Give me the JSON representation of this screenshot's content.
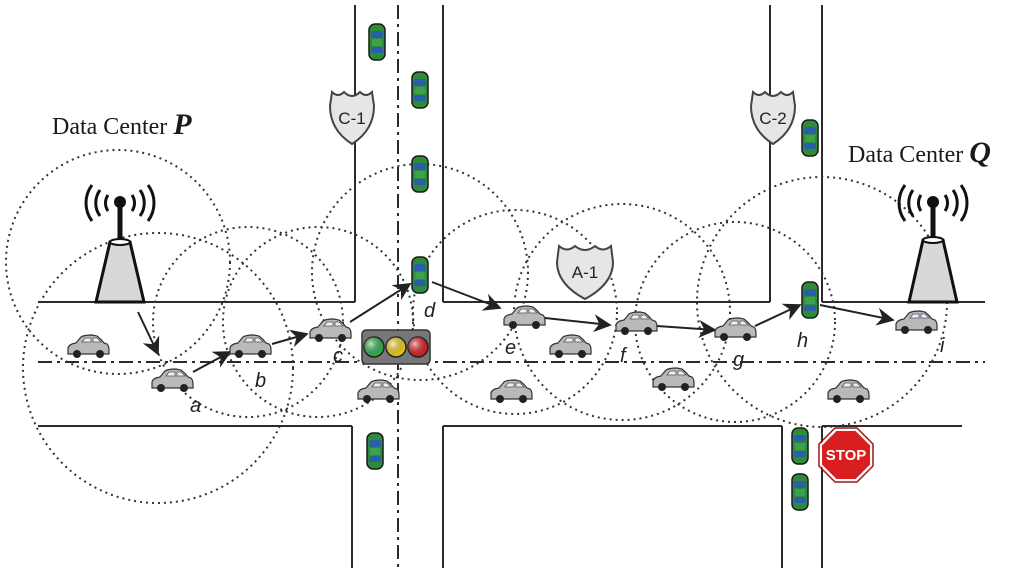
{
  "data_centers": [
    {
      "id": "P",
      "label": "Data Center",
      "letter": "P"
    },
    {
      "id": "Q",
      "label": "Data Center",
      "letter": "Q"
    }
  ],
  "route_nodes": [
    "a",
    "b",
    "c",
    "d",
    "e",
    "f",
    "g",
    "h",
    "i"
  ],
  "road_signs": {
    "c1": "C-1",
    "c2": "C-2",
    "a1": "A-1",
    "stop": "STOP"
  },
  "colors": {
    "road_line": "#2b2b2b",
    "range_circle": "#333333",
    "car_body": "#b9b9b9",
    "car_top_view": "#2e8b3a",
    "traffic_red": "#e02020",
    "traffic_yellow": "#f2d21a",
    "traffic_green": "#2fb44a",
    "stop_sign": "#d81e1e",
    "tower": "#d8d8d8"
  },
  "icons": [
    "antenna-tower-icon",
    "car-icon",
    "car-top-icon",
    "traffic-light-icon",
    "highway-shield-icon",
    "stop-sign-icon",
    "arrow-icon"
  ]
}
